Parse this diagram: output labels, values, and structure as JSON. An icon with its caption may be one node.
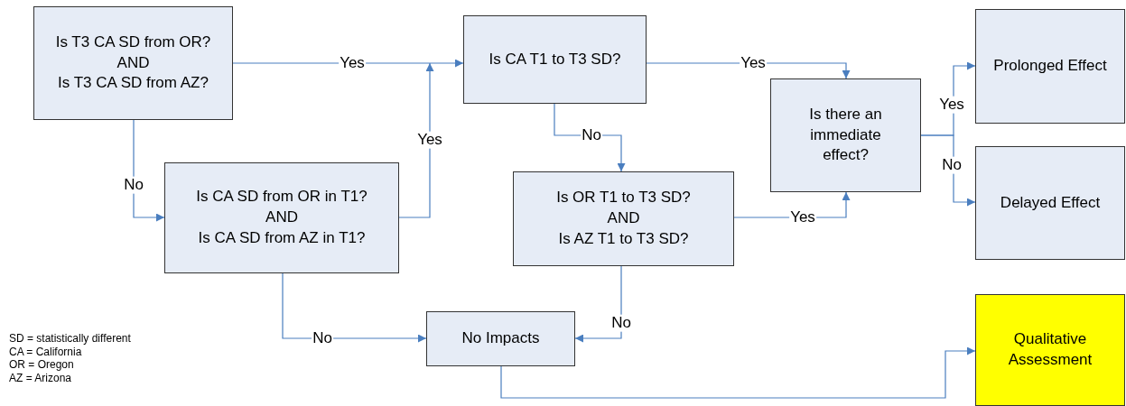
{
  "diagram": {
    "nodes": [
      {
        "text": [
          "Is T3 CA SD from OR?",
          "AND",
          "Is T3 CA SD from AZ?"
        ]
      },
      {
        "text": [
          "Is CA SD from OR in T1?",
          "AND",
          "Is CA SD from AZ in T1?"
        ]
      },
      {
        "text": [
          "Is CA T1 to T3 SD?"
        ]
      },
      {
        "text": [
          "Is OR T1 to T3 SD?",
          "AND",
          "Is AZ T1 to T3 SD?"
        ]
      },
      {
        "text": [
          "Is there an immediate effect?"
        ]
      },
      {
        "text": [
          "Prolonged Effect"
        ]
      },
      {
        "text": [
          "Delayed Effect"
        ]
      },
      {
        "text": [
          "No Impacts"
        ]
      },
      {
        "text": [
          "Qualitative Assessment"
        ]
      }
    ],
    "edges": [
      {
        "from": 0,
        "to": 2,
        "arrow": "to",
        "label": "Yes"
      },
      {
        "from": 0,
        "to": 1,
        "arrow": "to",
        "label": "No"
      },
      {
        "from": 1,
        "to": 2,
        "arrow": "to",
        "label": "Yes"
      },
      {
        "from": 2,
        "to": 4,
        "arrow": "to",
        "label": "Yes"
      },
      {
        "from": 2,
        "to": 3,
        "arrow": "to",
        "label": "No"
      },
      {
        "from": 3,
        "to": 4,
        "arrow": "to",
        "label": "Yes"
      },
      {
        "from": 4,
        "to": 5,
        "arrow": "to",
        "label": "Yes"
      },
      {
        "from": 4,
        "to": 6,
        "arrow": "to",
        "label": "No"
      },
      {
        "from": 1,
        "to": 7,
        "arrow": "to",
        "label": "No"
      },
      {
        "from": 3,
        "to": 7,
        "arrow": "to",
        "label": "No"
      },
      {
        "from": 7,
        "to": 8,
        "arrow": "to"
      }
    ],
    "labels": [
      "SD = statistically different",
      "CA = California",
      "OR = Oregon",
      "AZ = Arizona"
    ]
  }
}
